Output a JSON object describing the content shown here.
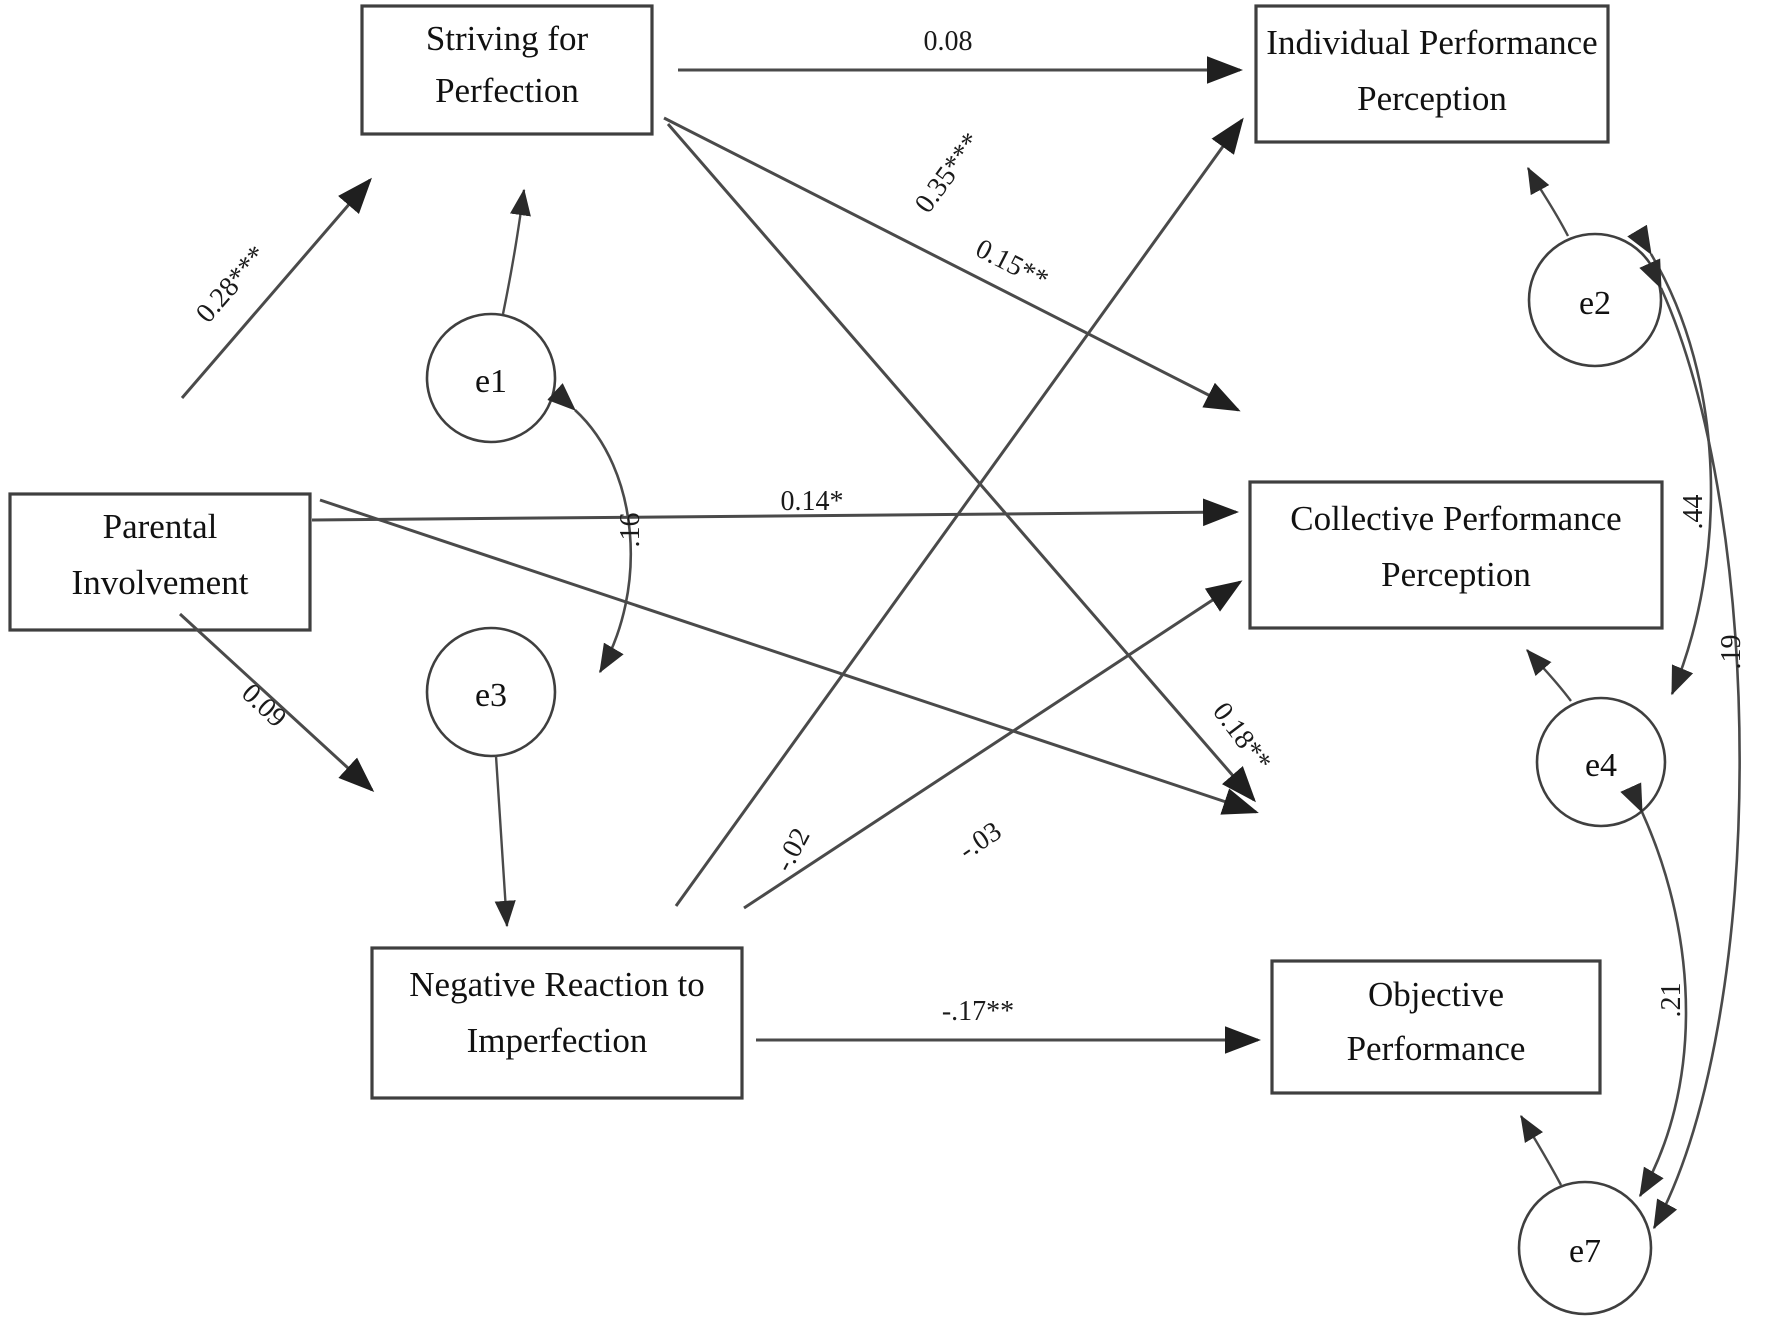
{
  "figure": {
    "type": "path-diagram",
    "description": "Structural equation model path diagram"
  },
  "nodes": {
    "striving": {
      "line1": "Striving for",
      "line2": "Perfection"
    },
    "individual": {
      "line1": "Individual Performance",
      "line2": "Perception"
    },
    "parental": {
      "line1": "Parental",
      "line2": "Involvement"
    },
    "collective": {
      "line1": "Collective Performance",
      "line2": "Perception"
    },
    "negative": {
      "line1": "Negative Reaction to",
      "line2": "Imperfection"
    },
    "objective": {
      "line1": "Objective",
      "line2": "Performance"
    }
  },
  "errors": {
    "e1": "e1",
    "e2": "e2",
    "e3": "e3",
    "e4": "e4",
    "e7": "e7"
  },
  "coefficients": {
    "striving_to_individual": "0.08",
    "parental_to_striving": "0.28***",
    "negative_to_individual": "0.35***",
    "striving_to_collective": "0.15**",
    "e1_e3_covariance": ".16",
    "parental_to_collective": "0.14*",
    "parental_to_negative": "0.09",
    "striving_to_objective": "-.02",
    "negative_to_collective": "-.03",
    "parental_to_objective": "0.18**",
    "negative_to_objective": "-.17**",
    "e2_e4_covariance": ".44",
    "e2_e7_covariance": ".19",
    "e4_e7_covariance": ".21"
  },
  "chart_data": {
    "type": "diagram",
    "title": "",
    "latent_boxes": [
      "Striving for Perfection",
      "Individual Performance Perception",
      "Parental Involvement",
      "Collective Performance Perception",
      "Negative Reaction to Imperfection",
      "Objective Performance"
    ],
    "error_terms": [
      "e1",
      "e2",
      "e3",
      "e4",
      "e7"
    ],
    "paths": [
      {
        "from": "Striving for Perfection",
        "to": "Individual Performance Perception",
        "value": "0.08"
      },
      {
        "from": "Parental Involvement",
        "to": "Striving for Perfection",
        "value": "0.28***"
      },
      {
        "from": "Negative Reaction to Imperfection",
        "to": "Individual Performance Perception",
        "value": "0.35***"
      },
      {
        "from": "Striving for Perfection",
        "to": "Collective Performance Perception",
        "value": "0.15**"
      },
      {
        "from": "Parental Involvement",
        "to": "Collective Performance Perception",
        "value": "0.14*"
      },
      {
        "from": "Parental Involvement",
        "to": "Negative Reaction to Imperfection",
        "value": "0.09"
      },
      {
        "from": "Striving for Perfection",
        "to": "Objective Performance",
        "value": "-.02"
      },
      {
        "from": "Negative Reaction to Imperfection",
        "to": "Collective Performance Perception",
        "value": "-.03"
      },
      {
        "from": "Parental Involvement",
        "to": "Objective Performance",
        "value": "0.18**"
      },
      {
        "from": "Negative Reaction to Imperfection",
        "to": "Objective Performance",
        "value": "-.17**"
      }
    ],
    "covariances": [
      {
        "between": [
          "e1",
          "e3"
        ],
        "value": ".16"
      },
      {
        "between": [
          "e2",
          "e4"
        ],
        "value": ".44"
      },
      {
        "between": [
          "e2",
          "e7"
        ],
        "value": ".19"
      },
      {
        "between": [
          "e4",
          "e7"
        ],
        "value": ".21"
      }
    ],
    "error_paths": [
      {
        "from": "e1",
        "to": "Striving for Perfection"
      },
      {
        "from": "e3",
        "to": "Negative Reaction to Imperfection"
      },
      {
        "from": "e2",
        "to": "Individual Performance Perception"
      },
      {
        "from": "e4",
        "to": "Collective Performance Perception"
      },
      {
        "from": "e7",
        "to": "Objective Performance"
      }
    ]
  }
}
